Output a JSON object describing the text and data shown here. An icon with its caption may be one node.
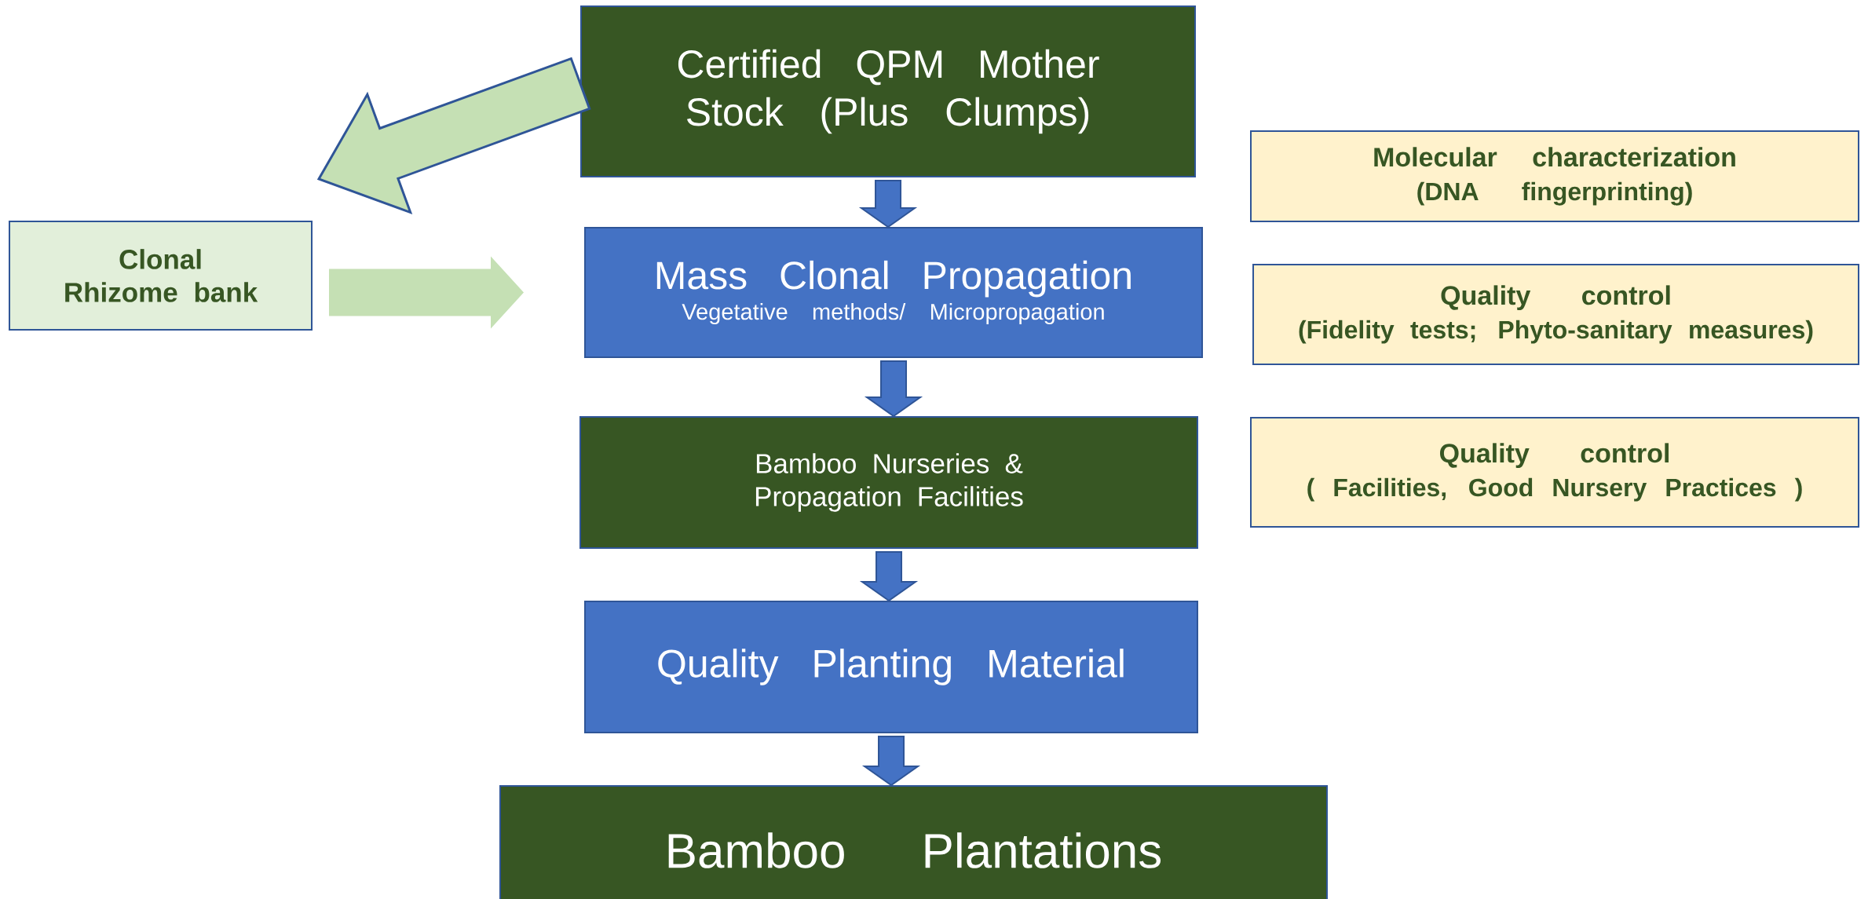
{
  "diagram": {
    "nodes": [
      {
        "text": [
          "Certified QPM Mother Stock (Plus Clumps)"
        ]
      },
      {
        "text": [
          "Mass Clonal Propagation",
          "Vegetative methods/ Micropropagation"
        ]
      },
      {
        "text": [
          "Bamboo Nurseries & Propagation Facilities"
        ]
      },
      {
        "text": [
          "Quality Planting Material"
        ]
      },
      {
        "text": [
          "Bamboo Plantations"
        ]
      },
      {
        "text": [
          "Clonal Rhizome bank"
        ]
      },
      {
        "text": [
          "Molecular characterization",
          "(DNA fingerprinting)"
        ]
      },
      {
        "text": [
          "Quality control",
          "(Fidelity tests; Phyto-sanitary measures)"
        ]
      },
      {
        "text": [
          "Quality control",
          "( Facilities, Good Nursery Practices )"
        ]
      }
    ],
    "edges": [
      {
        "from": 0,
        "to": 1,
        "arrow": "to"
      },
      {
        "from": 1,
        "to": 2,
        "arrow": "to"
      },
      {
        "from": 2,
        "to": 3,
        "arrow": "to"
      },
      {
        "from": 3,
        "to": 4,
        "arrow": "to"
      },
      {
        "from": 5,
        "to": 1,
        "arrow": "to",
        "color": "#c5e0b4"
      },
      {
        "from": 0,
        "to": 5,
        "arrow": "to",
        "color": "#c5e0b4"
      }
    ]
  }
}
